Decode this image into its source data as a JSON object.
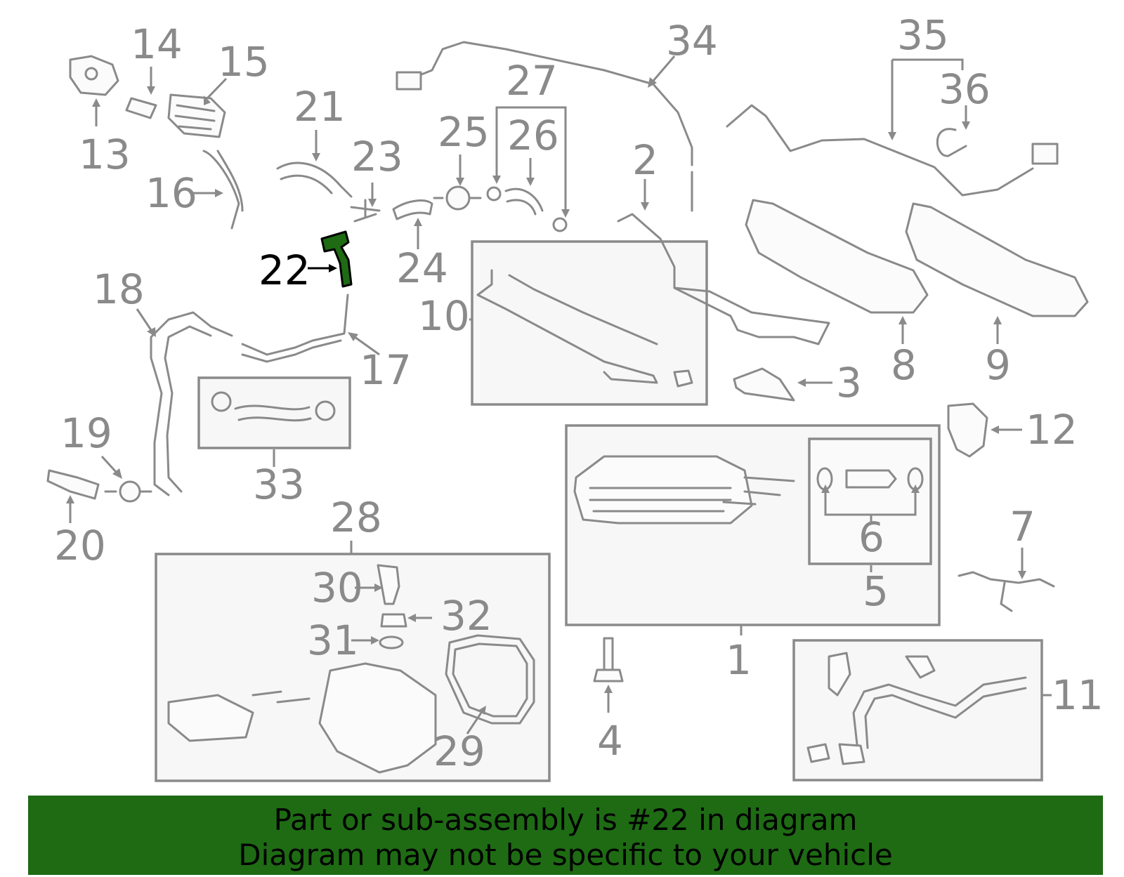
{
  "highlight": {
    "part_number": "22",
    "color": "#1e6b14"
  },
  "callouts": [
    "1",
    "2",
    "3",
    "4",
    "5",
    "6",
    "7",
    "8",
    "9",
    "10",
    "11",
    "12",
    "13",
    "14",
    "15",
    "16",
    "17",
    "18",
    "19",
    "20",
    "21",
    "22",
    "23",
    "24",
    "25",
    "26",
    "27",
    "28",
    "29",
    "30",
    "31",
    "32",
    "33",
    "34",
    "35",
    "36"
  ],
  "banner": {
    "line1": "Part or sub-assembly is #22 in diagram",
    "line2": "Diagram may not be specific to your vehicle",
    "background": "#1e6b14"
  }
}
